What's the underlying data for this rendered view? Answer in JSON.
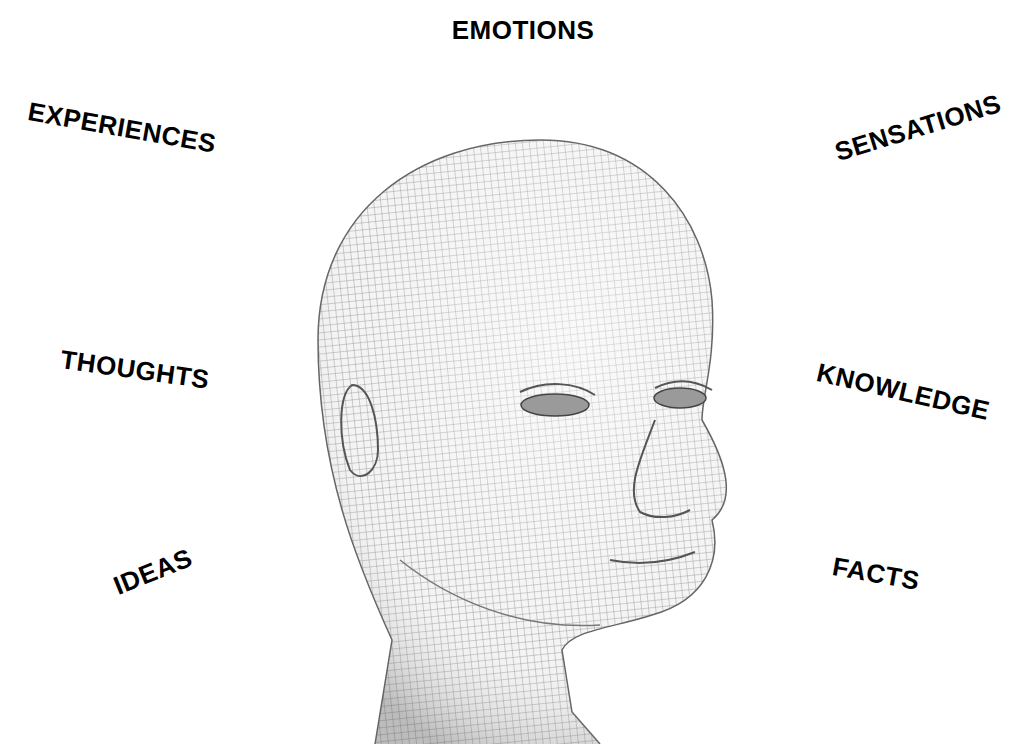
{
  "diagram": {
    "labels": [
      "EMOTIONS",
      "EXPERIENCES",
      "SENSATIONS",
      "THOUGHTS",
      "KNOWLEDGE",
      "IDEAS",
      "FACTS"
    ]
  }
}
